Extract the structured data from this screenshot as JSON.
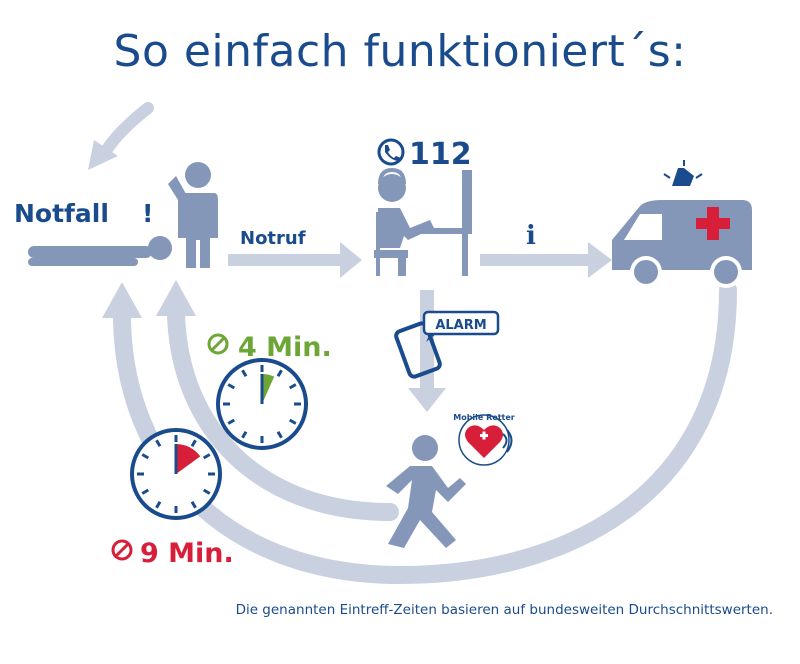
{
  "title": "So einfach funktioniert´s:",
  "labels": {
    "emergency": "Notfall",
    "emergency_mark": "!",
    "call": "Notruf",
    "phone_number": "112",
    "info": "i",
    "alarm": "ALARM",
    "app_badge": "Mobile Retter",
    "time_fast": "4 Min.",
    "time_slow": "9 Min."
  },
  "clocks": {
    "fast_minutes": 4,
    "slow_minutes": 9
  },
  "colors": {
    "navy": "#1a4b8c",
    "figure": "#8597b9",
    "arrow": "#c9d0e0",
    "green": "#6da636",
    "red": "#d71f3a"
  },
  "icons": [
    "phone-icon",
    "stopwatch-icon",
    "ambulance-icon",
    "smartphone-icon",
    "heart-badge-icon"
  ],
  "footnote": "Die genannten Eintreff-Zeiten basieren auf bundesweiten Durchschnittswerten."
}
